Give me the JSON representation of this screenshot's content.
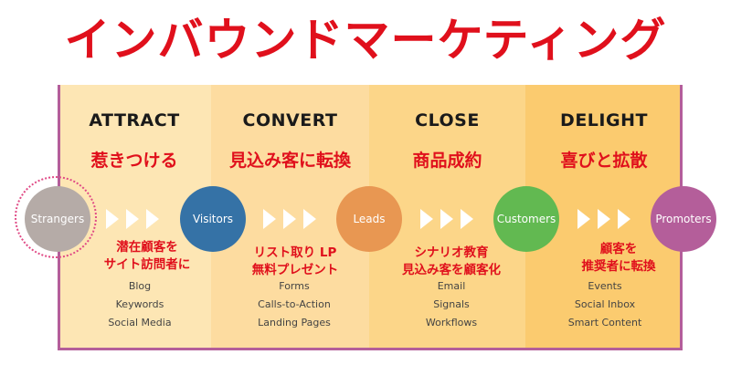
{
  "title": "インバウンドマーケティング",
  "stages": [
    {
      "name": "ATTRACT",
      "sub": "惹きつける",
      "desc": [
        "潜在顧客を",
        "サイト訪問者に"
      ],
      "tools": [
        "Blog",
        "Keywords",
        "Social Media"
      ]
    },
    {
      "name": "CONVERT",
      "sub": "見込み客に転換",
      "desc": [
        "リスト取り LP",
        "無料プレゼント"
      ],
      "tools": [
        "Forms",
        "Calls-to-Action",
        "Landing Pages"
      ]
    },
    {
      "name": "CLOSE",
      "sub": "商品成約",
      "desc": [
        "シナリオ教育",
        "見込み客を顧客化"
      ],
      "tools": [
        "Email",
        "Signals",
        "Workflows"
      ]
    },
    {
      "name": "DELIGHT",
      "sub": "喜びと拡散",
      "desc": [
        "顧客を",
        "推奨者に転換"
      ],
      "tools": [
        "Events",
        "Social Inbox",
        "Smart Content"
      ]
    }
  ],
  "nodes": [
    {
      "label": "Strangers",
      "color": "#b5aba7"
    },
    {
      "label": "Visitors",
      "color": "#3572a6"
    },
    {
      "label": "Leads",
      "color": "#e89752"
    },
    {
      "label": "Customers",
      "color": "#62b951"
    },
    {
      "label": "Promoters",
      "color": "#b45e9a"
    }
  ],
  "colors": {
    "accent": "#e0101c",
    "frame": "#b45e9a",
    "arrow": "#ffffff"
  }
}
